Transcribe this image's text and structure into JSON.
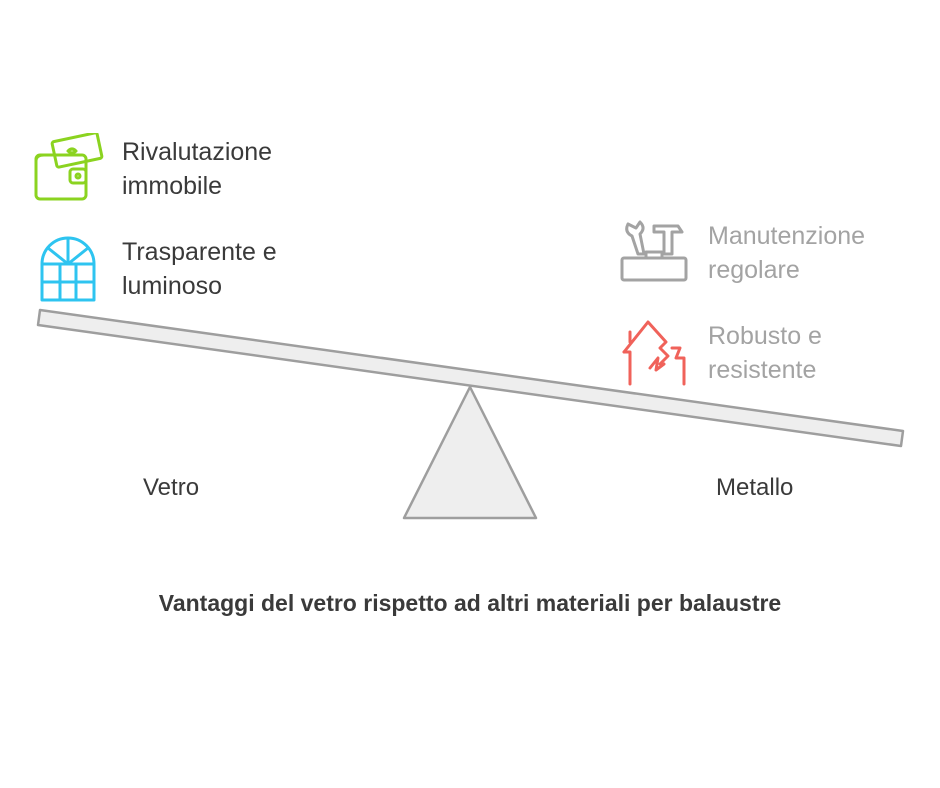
{
  "title": "Vantaggi del vetro rispetto ad altri materiali per balaustre",
  "left_side": {
    "label": "Vetro",
    "items": [
      {
        "text": "Rivalutazione\nimmobile",
        "icon": "wallet-money-icon",
        "color": "#8bd320"
      },
      {
        "text": "Trasparente e\nluminoso",
        "icon": "arched-window-icon",
        "color": "#2ec4f0"
      }
    ]
  },
  "right_side": {
    "label": "Metallo",
    "items": [
      {
        "text": "Manutenzione\nregolare",
        "icon": "toolbox-icon",
        "color": "#a3a3a3"
      },
      {
        "text": "Robusto e\nresistente",
        "icon": "broken-house-icon",
        "color": "#f0625a"
      }
    ]
  },
  "colors": {
    "text": "#3a3a3a",
    "muted": "#a3a3a3",
    "beam_fill": "#eeeeee",
    "beam_stroke": "#9e9e9e"
  }
}
